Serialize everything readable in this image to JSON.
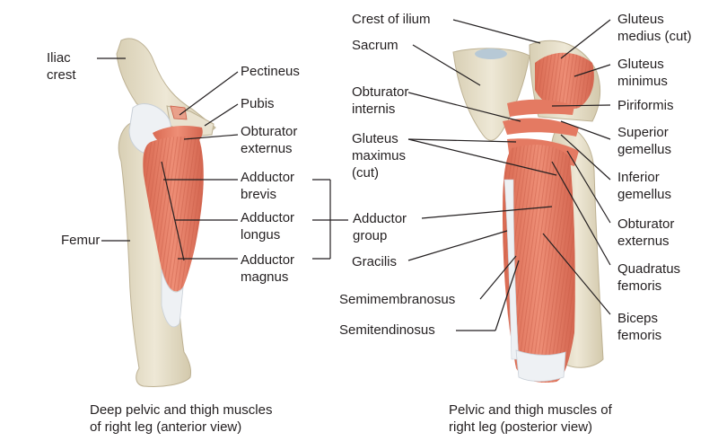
{
  "anterior": {
    "labels": {
      "iliac_crest": "Iliac\ncrest",
      "pectineus": "Pectineus",
      "pubis": "Pubis",
      "obturator_externus": "Obturator\nexternus",
      "adductor_brevis": "Adductor\nbrevis",
      "adductor_longus": "Adductor\nlongus",
      "adductor_magnus": "Adductor\nmagnus",
      "femur": "Femur"
    },
    "caption": "Deep pelvic and thigh muscles\nof right leg (anterior view)"
  },
  "center": {
    "adductor_group": "Adductor\ngroup"
  },
  "posterior": {
    "labels": {
      "crest_of_ilium": "Crest of ilium",
      "sacrum": "Sacrum",
      "obturator_internis": "Obturator\ninternis",
      "gluteus_maximus_cut": "Gluteus\nmaximus\n(cut)",
      "gracilis": "Gracilis",
      "semimembranosus": "Semimembranosus",
      "semitendinosus": "Semitendinosus",
      "gluteus_medius_cut": "Gluteus\nmedius (cut)",
      "gluteus_minimus": "Gluteus\nminimus",
      "piriformis": "Piriformis",
      "superior_gemellus": "Superior\ngemellus",
      "inferior_gemellus": "Inferior\ngemellus",
      "obturator_externus": "Obturator\nexternus",
      "quadratus_femoris": "Quadratus\nfemoris",
      "biceps_femoris": "Biceps\nfemoris"
    },
    "caption": "Pelvic and thigh muscles of\nright leg (posterior view)"
  },
  "colors": {
    "bone": "#e6dfcb",
    "bone_shadow": "#cfc5a8",
    "muscle": "#e8826a",
    "muscle_dark": "#c95a44",
    "tendon": "#e9eef3",
    "cartilage": "#b7c9d6",
    "line": "#231f20"
  }
}
